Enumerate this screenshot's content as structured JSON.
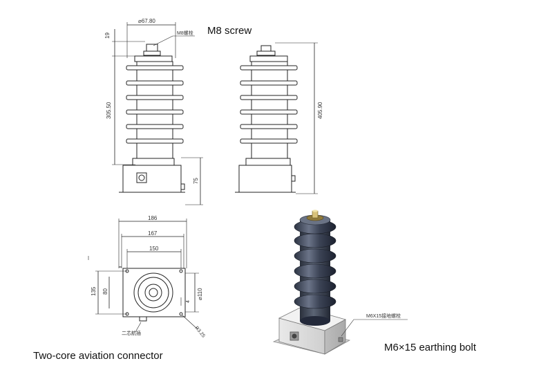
{
  "captions": {
    "m8_screw": "M8 screw",
    "connector": "Two-core aviation connector",
    "earthing_bolt": "M6×15 earthing bolt"
  },
  "front_view": {
    "dim_top_width": "⌀67.80",
    "dim_screw_height": "19",
    "dim_body_height": "305.50",
    "dim_base_height": "75",
    "screw_note": "M8螺栓"
  },
  "side_view": {
    "dim_total_height": "405.90"
  },
  "top_view": {
    "dim_w1": "186",
    "dim_w2": "167",
    "dim_w3": "150",
    "dim_h1": "135",
    "dim_h2": "80",
    "dim_dia": "⌀110",
    "dim_small": "4",
    "dim_hole": "R3.25",
    "connector_note": "二芯航插"
  },
  "render_view": {
    "bolt_note": "M6X15接地螺栓"
  }
}
